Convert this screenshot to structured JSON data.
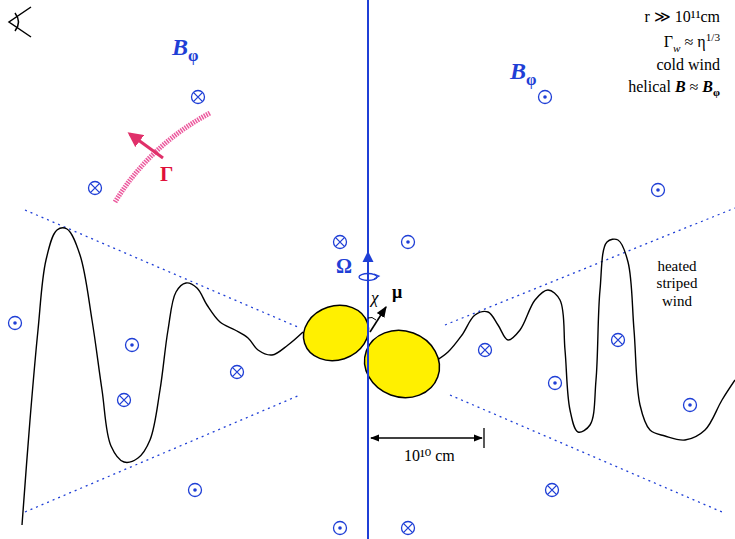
{
  "diagram": {
    "labels": [
      "B",
      "φ",
      "B",
      "φ",
      "Γ",
      "r ≫ 10¹¹cm",
      "Γ",
      "w",
      "≈ η",
      "1/3",
      "cold wind",
      "helical",
      "B",
      "≈",
      "B",
      "φ",
      "Ω",
      "χ",
      "μ",
      "heated striped wind",
      "10¹⁰ cm"
    ]
  }
}
